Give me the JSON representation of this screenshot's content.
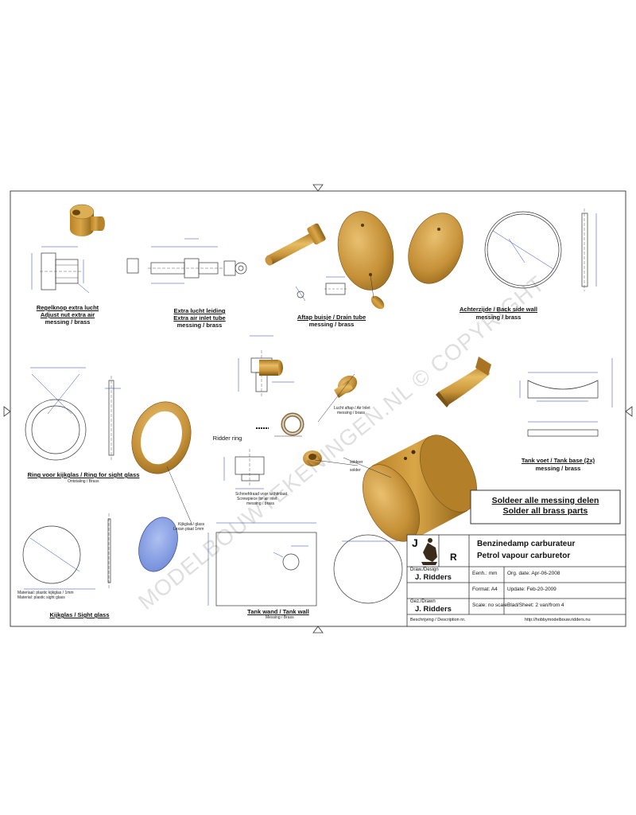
{
  "labels": {
    "regelknop_1": "Regelknop extra lucht",
    "regelknop_2": "Adjust nut extra air",
    "regelknop_3": "messing / brass",
    "extra_lucht_1": "Extra lucht leiding",
    "extra_lucht_2": "Extra air inlet tube",
    "extra_lucht_3": "messing / brass",
    "aftap_1": "Aftap buisje / Drain tube",
    "aftap_2": "messing / brass",
    "achterzijde_1": "Achterzijde / Back side wall",
    "achterzijde_2": "messing / brass",
    "ring_1": "Ring voor kijkglas / Ring for sight glass",
    "ring_2": "Ontstaling / Brass",
    "ridder_ring": "Ridder ring",
    "tank_voet_1": "Tank voet / Tank base (2x)",
    "tank_voet_2": "messing / brass",
    "kijkglas": "Kijkglas / Sight glass",
    "tank_wand_1": "Tank wand / Tank wall",
    "tank_wand_2": "Messing / Brass",
    "verbinding_1": "Lucht aftap / Air Inlet",
    "verbinding_2": "messing / brass",
    "schroef_1": "Schroefdraad voor luchtinlaat",
    "schroef_2": "Screwpiece for air inlet",
    "schroef_3": "messing / brass",
    "solderen": "soldeer",
    "solderen_en": "solder",
    "kijkglas_tag": "Kijkglas / glass",
    "kijkglas_tag2": "Lexan plaat 1mm",
    "kijkglas_note1": "Materiaal: plastic kijkglas / 1mm",
    "kijkglas_note2": "Material: plastic sight glass"
  },
  "notice": {
    "line1": "Soldeer alle messing delen",
    "line2": "Solder all brass parts"
  },
  "titleblock": {
    "logo_j": "J",
    "logo_r": "R",
    "title1": "Benzinedamp carburateur",
    "title2": "Petrol vapour carburetor",
    "draw_label": "Draw./Design",
    "draw_name": "J. Ridders",
    "gez_label": "Gez./Drawn",
    "gez_name": "J. Ridders",
    "beschr_label": "Beschrijving / Description nr.",
    "units": "Eenh.: mm",
    "format": "Format: A4",
    "scale": "Scale: no scale",
    "orig_date": "Org. date: Apr-06-2008",
    "update": "Update: Feb-20-2009",
    "sheet": "Blad/Sheet: 2 van/from 4",
    "website": "http://hobbymodelbouw.ridders.nu"
  },
  "watermark": "MODELBOUWTEKENINGEN.NL © COPYRIGHT",
  "colors": {
    "brass_light": "#e1b45a",
    "brass_mid": "#c38f32",
    "brass_dark": "#8a5f17",
    "glass": "#8ea6e8"
  }
}
